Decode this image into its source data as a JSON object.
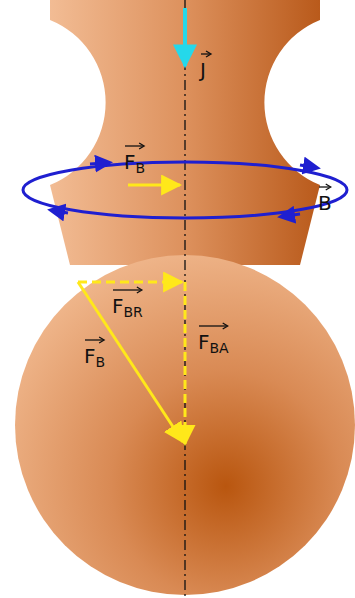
{
  "diagram": {
    "labels": [
      "J",
      "FB",
      "B",
      "FBR",
      "FBA",
      "FB"
    ]
  }
}
